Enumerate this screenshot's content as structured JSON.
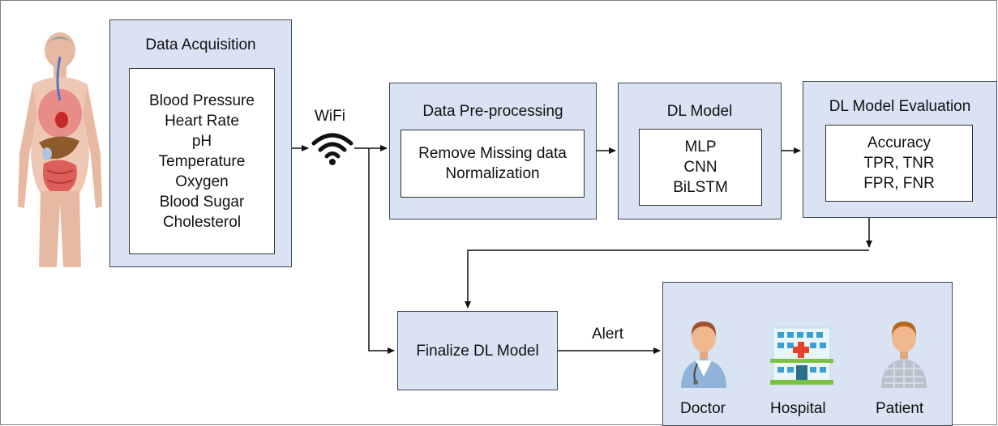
{
  "acquisition": {
    "title": "Data Acquisition",
    "items": [
      "Blood Pressure",
      "Heart Rate",
      "pH",
      "Temperature",
      "Oxygen",
      "Blood Sugar",
      "Cholesterol"
    ]
  },
  "wifi_label": "WiFi",
  "preprocessing": {
    "title": "Data Pre-processing",
    "items": [
      "Remove Missing data",
      "Normalization"
    ]
  },
  "dl_model": {
    "title": "DL Model",
    "items": [
      "MLP",
      "CNN",
      "BiLSTM"
    ]
  },
  "evaluation": {
    "title": "DL Model Evaluation",
    "items": [
      "Accuracy",
      "TPR, TNR",
      "FPR, FNR"
    ]
  },
  "finalize_label": "Finalize DL Model",
  "alert_label": "Alert",
  "recipients": {
    "doctor": "Doctor",
    "hospital": "Hospital",
    "patient": "Patient"
  },
  "icons": [
    "human-body-icon",
    "wifi-icon",
    "doctor-icon",
    "hospital-icon",
    "patient-icon"
  ],
  "colors": {
    "block_fill": "#dae3f3",
    "block_border": "#3f4754",
    "arrow": "#111111"
  }
}
